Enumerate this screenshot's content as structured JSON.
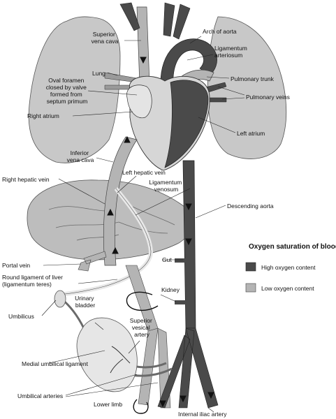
{
  "labels": {
    "superior_vena_cava": [
      "Superior",
      "vena cava"
    ],
    "arch_of_aorta": "Arch of aorta",
    "ligamentum_arteriosum": [
      "Ligamentum",
      "arteriosum"
    ],
    "lung": "Lung",
    "pulmonary_trunk": "Pulmonary trunk",
    "oval_foramen": [
      "Oval foramen",
      "closed by valve",
      "formed from",
      "septum primum"
    ],
    "pulmonary_veins": "Pulmonary veins",
    "right_atrium": "Right atrium",
    "left_atrium": "Left atrium",
    "inferior_vena_cava": [
      "Inferior",
      "vena cava"
    ],
    "left_hepatic_vein": "Left hepatic vein",
    "right_hepatic_vein": "Right hepatic vein",
    "ligamentum_venosum": [
      "Ligamentum",
      "venosum"
    ],
    "descending_aorta": "Descending aorta",
    "gut": "Gut",
    "portal_vein": "Portal vein",
    "round_ligament": [
      "Round ligament of liver",
      "(ligamentum teres)"
    ],
    "kidney": "Kidney",
    "umbilicus": "Umbilicus",
    "urinary_bladder": [
      "Urinary",
      "bladder"
    ],
    "superior_vesical_artery": [
      "Superior",
      "vesical",
      "artery"
    ],
    "medial_umbilical_ligament": "Medial umbilical ligament",
    "umbilical_arteries": "Umbilical arteries",
    "lower_limb": "Lower limb",
    "internal_iliac_artery": "Internal iliac artery"
  },
  "legend": {
    "title": "Oxygen saturation of blood",
    "high": "High oxygen content",
    "low": "Low oxygen content"
  },
  "colors": {
    "high_oxygen": "#4a4a4a",
    "low_oxygen": "#b4b4b4",
    "lung": "#c8c8c8",
    "liver": "#bdbdbd",
    "heart_light": "#d6d6d6"
  }
}
